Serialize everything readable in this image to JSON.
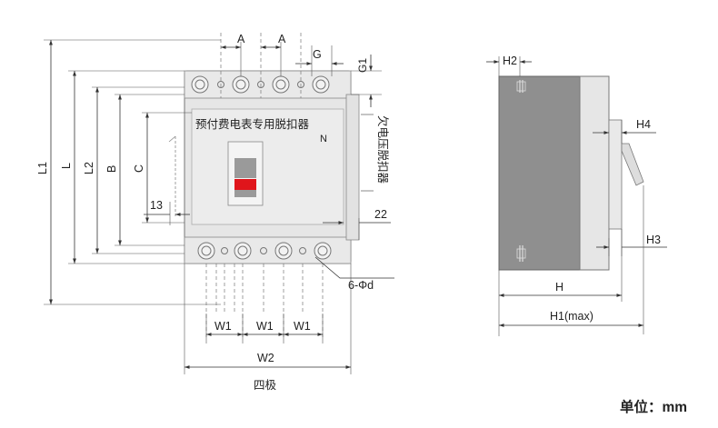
{
  "front_view": {
    "device_label": "预付费电表专用脱扣器",
    "n_label": "N",
    "side_label": "欠电压脱扣器",
    "dims": {
      "A1": "A",
      "A2": "A",
      "G": "G",
      "G1": "G1",
      "L1": "L1",
      "L": "L",
      "L2": "L2",
      "B": "B",
      "C": "C",
      "d13": "13",
      "d22": "22",
      "hole": "6-Φd",
      "W1a": "W1",
      "W1b": "W1",
      "W1c": "W1",
      "W2": "W2"
    },
    "caption": "四极"
  },
  "side_view": {
    "dims": {
      "H2": "H2",
      "H4": "H4",
      "H3": "H3",
      "H": "H",
      "H1": "H1(max)"
    }
  },
  "unit_note": "单位：mm",
  "colors": {
    "body": "#e6e6e6",
    "side_dark": "#8f8f8f",
    "handle_red": "#e0151b",
    "handle_gray": "#9a9a9a"
  }
}
